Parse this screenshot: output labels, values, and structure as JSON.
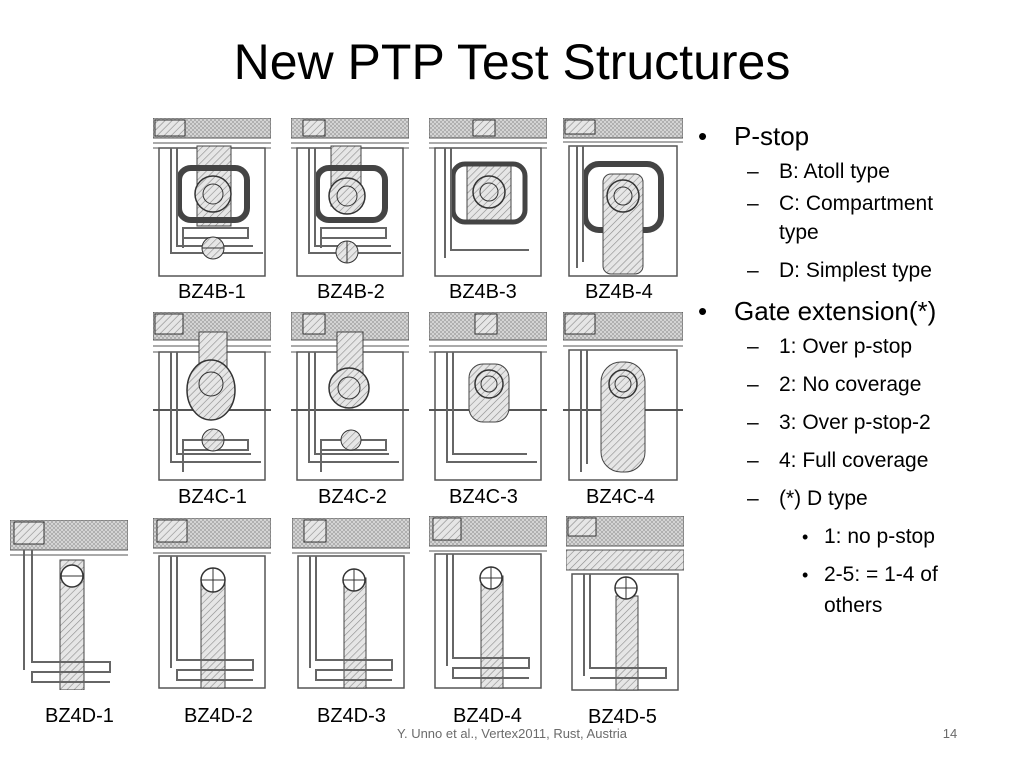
{
  "slide": {
    "title": "New PTP Test Structures",
    "footer": "Y. Unno et al., Vertex2011, Rust, Austria",
    "page_number": "14"
  },
  "captions": {
    "b1": "BZ4B-1",
    "b2": "BZ4B-2",
    "b3": "BZ4B-3",
    "b4": "BZ4B-4",
    "c1": "BZ4C-1",
    "c2": "BZ4C-2",
    "c3": "BZ4C-3",
    "c4": "BZ4C-4",
    "d1": "BZ4D-1",
    "d2": "BZ4D-2",
    "d3": "BZ4D-3",
    "d4": "BZ4D-4",
    "d5": "BZ4D-5"
  },
  "bullets": {
    "pstop": "P-stop",
    "pstop_b": "B: Atoll type",
    "pstop_c_1": "C:  Compartment",
    "pstop_c_2": "type",
    "pstop_d": "D: Simplest type",
    "gate": "Gate extension(*)",
    "gate_1": "1: Over p-stop",
    "gate_2": "2: No coverage",
    "gate_3": "3: Over p-stop-2",
    "gate_4": "4: Full coverage",
    "gate_d": "(*) D type",
    "gate_d_1": "1: no p-stop",
    "gate_d_2a": "2-5: = 1-4 of",
    "gate_d_2b": "others"
  },
  "dash": "–"
}
